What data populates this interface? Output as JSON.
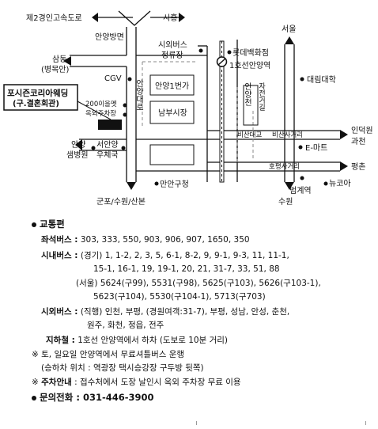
{
  "map": {
    "labels": {
      "highway": "제2경인고속도로",
      "siheung": "시흥",
      "anyang_bangmyeon": "안양방면",
      "samdong": "삼동",
      "byeongmokan": "(병목안)",
      "cgv": "CGV",
      "intercity_terminal_1": "시외버스",
      "intercity_terminal_2": "정류장",
      "lotte_1": "롯데백화점",
      "lotte_2": "1호선안양역",
      "seoul": "서울",
      "daelim": "대림대학",
      "venue_1": "포시즌코리아웨딩",
      "venue_2": "(구.결혼회관)",
      "anyang_1beonga": "안양1번가",
      "namdu_market": "남부시장",
      "anyang_daero": "안양대로",
      "anyangcheon": "안양천",
      "bike_road": "자전거길",
      "parking_1": "200이을멧",
      "parking_2": "옥외주차장",
      "bisan_bridge": "비산대교",
      "bisan_crossroad": "비산사거리",
      "induckwon_1": "인덕원",
      "induckwon_2": "과천",
      "emart": "E-마트",
      "anyang_hospital_1": "안양",
      "anyang_hospital_2": "샘병원",
      "seoanyang_post_1": "서안양",
      "seoanyang_post_2": "우체국",
      "hogye_crossroad": "호평사거리",
      "pyeongchon": "평촌",
      "newcore": "뉴코아",
      "manan_office": "만안구청",
      "beomgye": "범계역",
      "suwon": "수원",
      "gunpo": "군포/수원/산본"
    }
  },
  "info": {
    "transport_title": "교통편",
    "seat_bus_label": "좌석버스 :",
    "seat_bus_value": "303, 333, 550, 903, 906, 907, 1650, 350",
    "city_bus_label": "시내버스 :",
    "city_bus_line1": "(경기) 1, 1-2, 2, 3, 5, 6-1, 8-2, 9, 9-1, 9-3, 11, 11-1,",
    "city_bus_line2": "15-1, 16-1, 19, 19-1, 20, 21, 31-7, 33, 51, 88",
    "city_bus_line3": "(서울) 5624(구99), 5531(구98), 5625(구103), 5626(구103-1),",
    "city_bus_line4": "5623(구104), 5530(구104-1), 5713(구703)",
    "intercity_label": "시외버스 :",
    "intercity_line1": "(직행) 인천, 부평, (경원여객:31-7), 부평, 성남, 안성, 춘천,",
    "intercity_line2": "원주, 화천, 정읍, 전주",
    "subway_label": "지하철 :",
    "subway_value": "1호선 안양역에서 하차 (도보로 10분 거리)",
    "shuttle_note": "※ 토, 일요일 안양역에서 무료셔틀버스 운행",
    "shuttle_location": "(승하차 위치 : 역광장 택시승강장 구두방 뒷쪽)",
    "parking_mark": "※ ",
    "parking_label": "주차안내",
    "parking_value": " : 접수처에서 도장 날인시 옥외 주차장 무료 이용",
    "contact_label": "문의전화 : ",
    "contact_value": "031-446-3900"
  }
}
